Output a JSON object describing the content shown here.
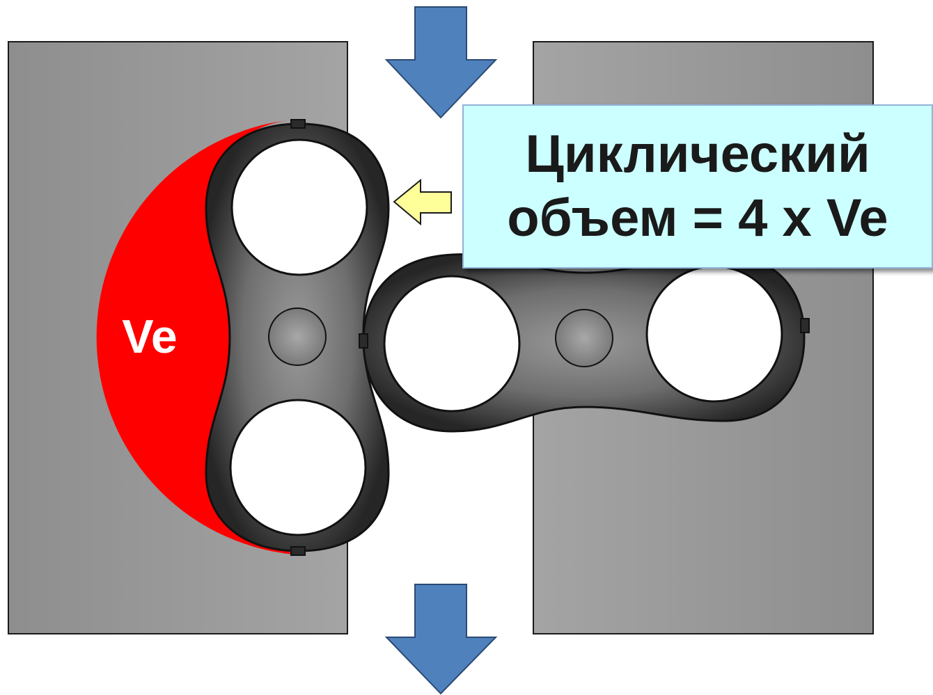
{
  "diagram": {
    "ve_label": "Ve",
    "callout": {
      "line1": "Циклический",
      "line2": "объем = 4 x Ve"
    },
    "colors": {
      "housing": "#999999",
      "ve_region": "#ff0000",
      "flow_arrow": "#4f81bd",
      "pointer_arrow": "#ffff99",
      "callout_bg": "#ccffff",
      "lobe_dark": "#2b2b2b",
      "lobe_mid": "#8a8a8a"
    },
    "icons": {
      "inlet": "arrow-down-icon",
      "outlet": "arrow-down-icon",
      "pointer": "arrow-left-icon"
    }
  }
}
